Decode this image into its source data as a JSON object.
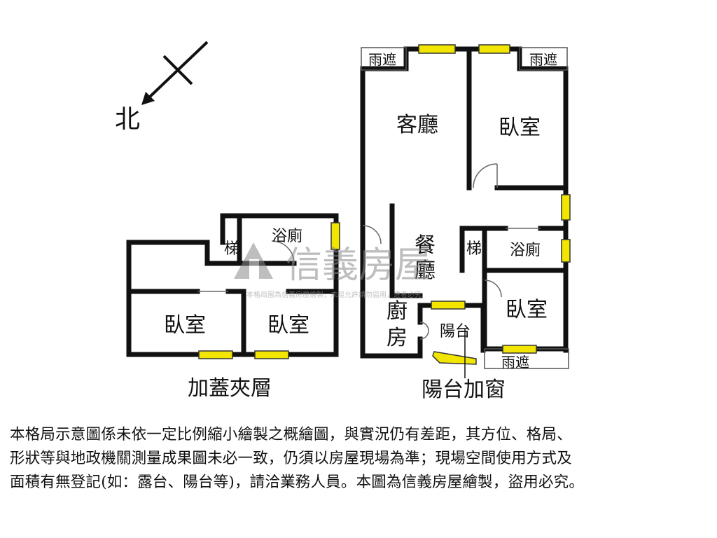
{
  "compass": {
    "north_label": "北"
  },
  "mezzanine": {
    "title": "加蓋夾層",
    "rooms": {
      "bathroom": "浴廁",
      "stairs": "梯",
      "bedroom_left": "臥室",
      "bedroom_right": "臥室"
    }
  },
  "main_floor": {
    "rooms": {
      "living": "客廳",
      "bedroom_top": "臥室",
      "dining_1": "餐",
      "dining_2": "廳",
      "bathroom": "浴廁",
      "stairs": "梯",
      "bedroom_right": "臥室",
      "kitchen_1": "廚",
      "kitchen_2": "房",
      "balcony": "陽台",
      "canopy_left": "雨遮",
      "canopy_right": "雨遮",
      "canopy_bottom": "雨遮"
    },
    "balcony_window_label": "陽台加窗"
  },
  "watermark": {
    "brand": "信義房屋",
    "notice": "本格局圖為信義房屋繪製，未經允許請勿盜用，違者必究"
  },
  "disclaimer": {
    "line1": "本格局示意圖係未依一定比例縮小繪製之概繪圖，與實況仍有差距，其方位、格局、",
    "line2": "形狀等與地政機關測量成果圖未必一致，仍須以房屋現場為準；現場空間使用方式及",
    "line3": "面積有無登記(如：露台、陽台等)，請洽業務人員。本圖為信義房屋繪製，盜用必究。"
  },
  "colors": {
    "wall": "#111111",
    "window": "#f2e600",
    "window_stroke": "#333333",
    "watermark": "#8a8a8a"
  }
}
